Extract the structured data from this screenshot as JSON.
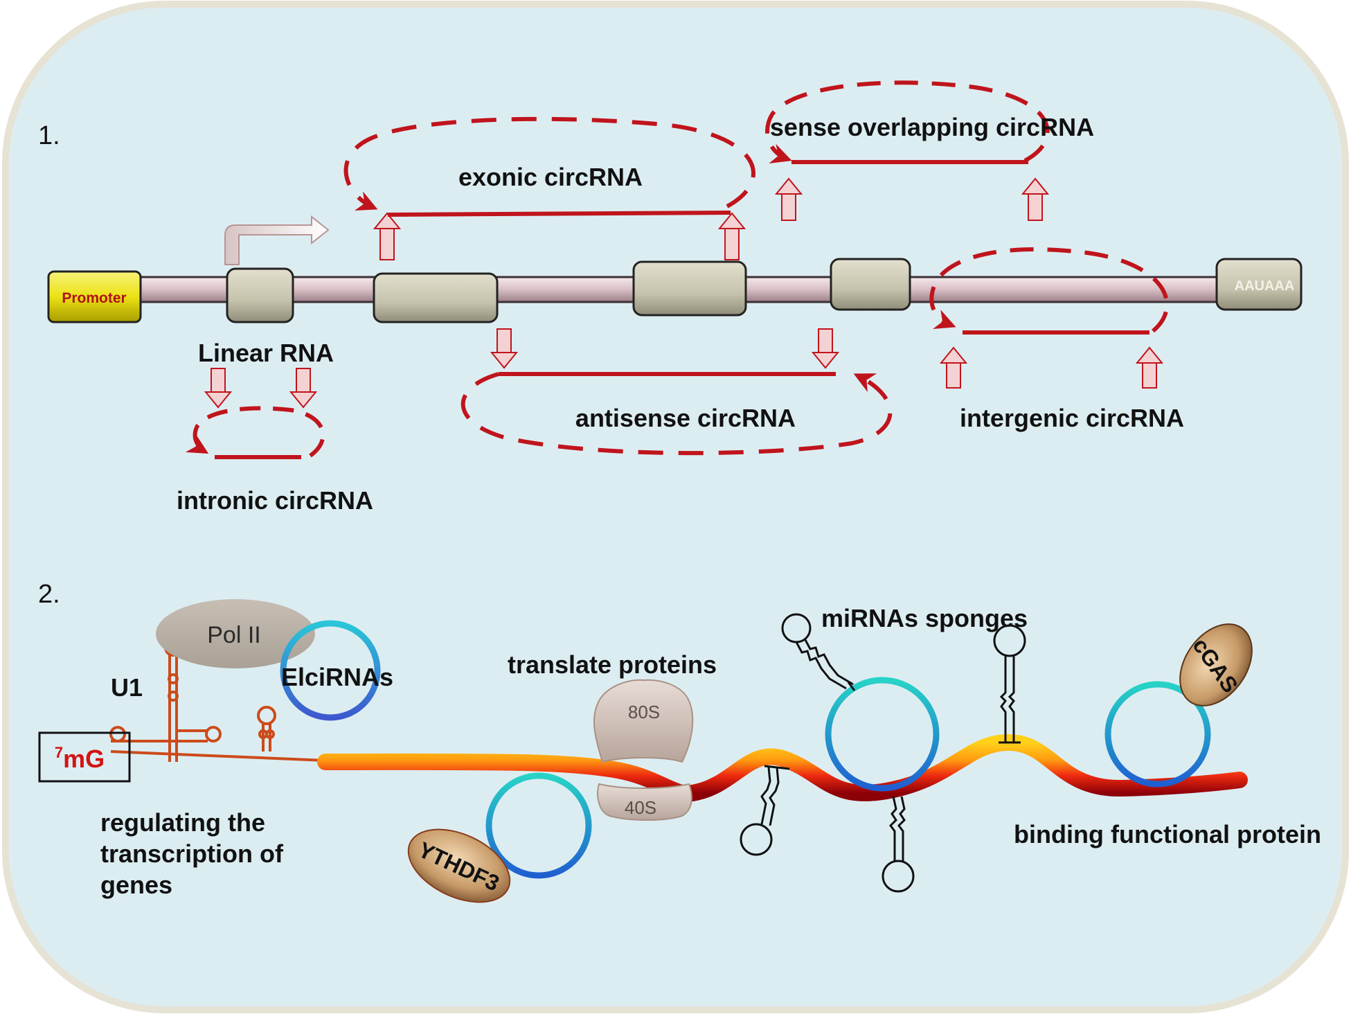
{
  "colors": {
    "panel_bg": "#dcedf2",
    "panel_border": "#e6e2d4",
    "circ_red": "#c0141c",
    "promoter": "#f0ea1a",
    "exon": "#c9c6b1",
    "backbone": "#dfc6cc"
  },
  "section1": {
    "number": "1.",
    "promoter": "Promoter",
    "polya": "AAUAAA",
    "linear_rna": "Linear RNA",
    "exonic": "exonic circRNA",
    "sense_overlapping": "sense overlapping circRNA",
    "antisense": "antisense circRNA",
    "intergenic": "intergenic circRNA",
    "intronic": "intronic circRNA"
  },
  "section2": {
    "number": "2.",
    "pol2": "Pol II",
    "elcirnas": "ElciRNAs",
    "u1": "U1",
    "cap_sup": "7",
    "cap_main": "mG",
    "regulating": [
      "regulating the",
      "transcription of",
      "genes"
    ],
    "translate": "translate proteins",
    "ribosome_large": "80S",
    "ribosome_small": "40S",
    "ythdf3": "YTHDF3",
    "mirna": "miRNAs sponges",
    "cgas": "cGAS",
    "binding": "binding functional protein"
  }
}
